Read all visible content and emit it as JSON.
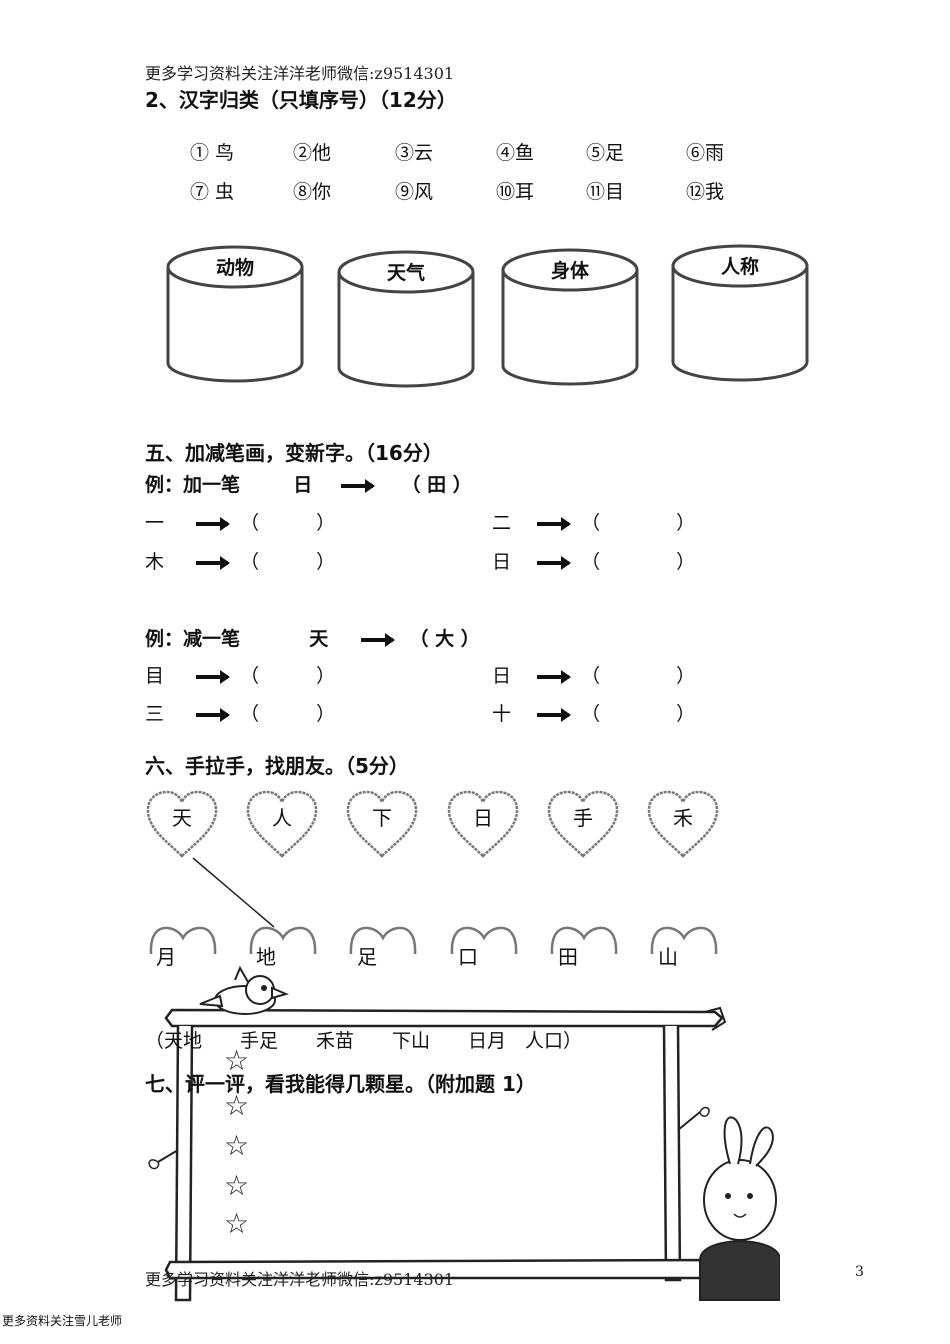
{
  "header": {
    "text": "更多学习资料关注洋洋老师微信:z9514301"
  },
  "footer": {
    "text": "更多学习资料关注洋洋老师微信:z9514301",
    "page": "3",
    "corner": "更多资料关注雪儿老师"
  },
  "section2": {
    "title": "2、汉字归类（只填序号）（12分）",
    "items": [
      "① 鸟",
      "②他",
      "③云",
      "④鱼",
      "⑤足",
      "⑥雨",
      "⑦ 虫",
      "⑧你",
      "⑨风",
      "⑩耳",
      "⑪目",
      "⑫我"
    ],
    "buckets": [
      "动物",
      "天气",
      "身体",
      "人称"
    ]
  },
  "section5": {
    "title": "五、加减笔画，变新字。（16分）",
    "example1": {
      "label": "例：加一笔",
      "from": "日",
      "to": "（  田  ）"
    },
    "add_rows": [
      {
        "from": "一",
        "blank": "（　　　）"
      },
      {
        "from": "二",
        "blank": "（　　　　）"
      },
      {
        "from": "木",
        "blank": "（　　　）"
      },
      {
        "from": "日",
        "blank": "（　　　　）"
      }
    ],
    "example2": {
      "label": "例：减一笔",
      "from": "天",
      "to": "（ 大 ）"
    },
    "sub_rows": [
      {
        "from": "目",
        "blank": "（　　　）"
      },
      {
        "from": "日",
        "blank": "（　　　　）"
      },
      {
        "from": "三",
        "blank": "（　　　）"
      },
      {
        "from": "十",
        "blank": "（　　　　）"
      }
    ]
  },
  "section6": {
    "title": "六、手拉手，找朋友。（5分）",
    "top": [
      "天",
      "人",
      "下",
      "日",
      "手",
      "禾"
    ],
    "bottom": [
      "月",
      "地",
      "足",
      "口",
      "田",
      "山"
    ],
    "answer": "（天地　　手足　　禾苗　　下山　　日月　人口）"
  },
  "section7": {
    "title": "七、评一评，看我能得几颗星。（附加题 1）",
    "stars": [
      "☆",
      "☆",
      "☆",
      "☆",
      "☆"
    ]
  }
}
